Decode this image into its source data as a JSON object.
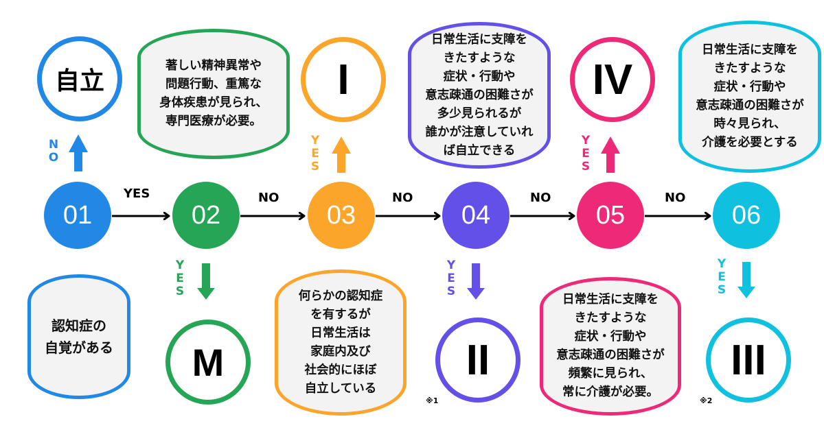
{
  "colors": {
    "blue": "#2288e6",
    "green": "#26a556",
    "orange": "#fba62b",
    "purple": "#6350e8",
    "pink": "#ee2a78",
    "cyan": "#0fc0df",
    "box_fill": "#f3f3f3",
    "text": "#111111"
  },
  "nodes": [
    {
      "id": "01",
      "label": "01",
      "color": "blue"
    },
    {
      "id": "02",
      "label": "02",
      "color": "green"
    },
    {
      "id": "03",
      "label": "03",
      "color": "orange"
    },
    {
      "id": "04",
      "label": "04",
      "color": "purple"
    },
    {
      "id": "05",
      "label": "05",
      "color": "pink"
    },
    {
      "id": "06",
      "label": "06",
      "color": "cyan"
    }
  ],
  "edges": [
    {
      "from": "01",
      "to": "02",
      "label": "YES"
    },
    {
      "from": "02",
      "to": "03",
      "label": "NO"
    },
    {
      "from": "03",
      "to": "04",
      "label": "NO"
    },
    {
      "from": "04",
      "to": "05",
      "label": "NO"
    },
    {
      "from": "05",
      "to": "06",
      "label": "NO"
    }
  ],
  "branches": [
    {
      "from": "01",
      "direction": "up",
      "label": "NO",
      "result": "自立"
    },
    {
      "from": "02",
      "direction": "down",
      "label": "YES",
      "result": "M"
    },
    {
      "from": "03",
      "direction": "up",
      "label": "YES",
      "result": "I"
    },
    {
      "from": "04",
      "direction": "down",
      "label": "YES",
      "result": "II",
      "note": "※1"
    },
    {
      "from": "05",
      "direction": "up",
      "label": "YES",
      "result": "IV"
    },
    {
      "from": "06",
      "direction": "down",
      "label": "YES",
      "result": "III",
      "note": "※2"
    }
  ],
  "questions": {
    "q01": "認知症の\n自覚がある",
    "q02": "著しい精神異常や\n問題行動、重篤な\n身体疾患が見られ、\n専門医療が必要。",
    "q03": "何らかの認知症\nを有するが\n日常生活は\n家庭内及び\n社会的にほぼ\n自立している",
    "q04": "日常生活に支障を\nきたすような\n症状・行動や\n意志疎通の困難さが\n多少見られるが\n誰かが注意していれ\nば自立できる",
    "q05": "日常生活に支障を\nきたすような\n症状・行動や\n意志疎通の困難さが\n頻繁に見られ、\n常に介護が必要。",
    "q06": "日常生活に支障を\nきたすような\n症状・行動や\n意志疎通の困難さが\n時々見られ、\n介護を必要とする"
  }
}
